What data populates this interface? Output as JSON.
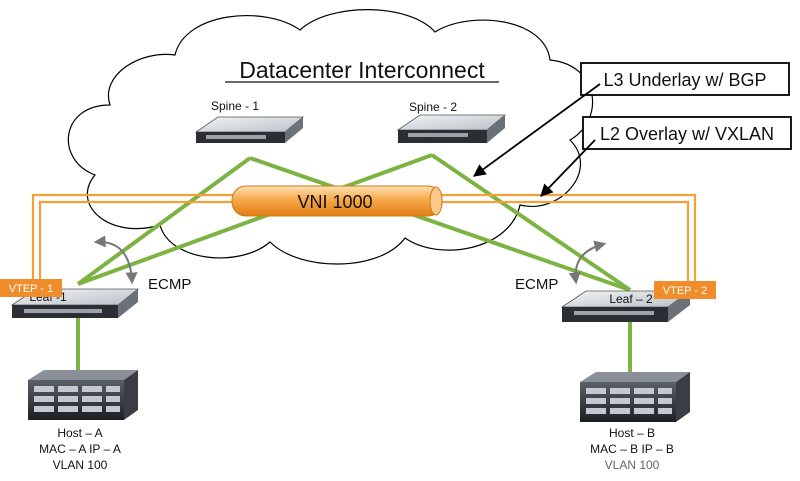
{
  "title": "Datacenter Interconnect",
  "callouts": {
    "underlay": "L3 Underlay w/ BGP",
    "overlay": "L2 Overlay w/ VXLAN"
  },
  "tunnel": {
    "label": "VNI 1000"
  },
  "switches": {
    "spine1": "Spine - 1",
    "spine2": "Spine - 2",
    "leaf1": "Leaf -1",
    "leaf2": "Leaf – 2"
  },
  "vtep": {
    "left": "VTEP - 1",
    "right": "VTEP - 2"
  },
  "ecmp": {
    "left": "ECMP",
    "right": "ECMP"
  },
  "hosts": {
    "a": {
      "name": "Host – A",
      "addr": "MAC – A IP – A",
      "vlan": "VLAN 100"
    },
    "b": {
      "name": "Host – B",
      "addr": "MAC – B IP – B",
      "vlan": "VLAN 100"
    }
  },
  "colors": {
    "link_green": "#7cb342",
    "tunnel_orange": "#f5a13a",
    "vtep_badge": "#f08c2a",
    "callout_border": "#000000"
  }
}
